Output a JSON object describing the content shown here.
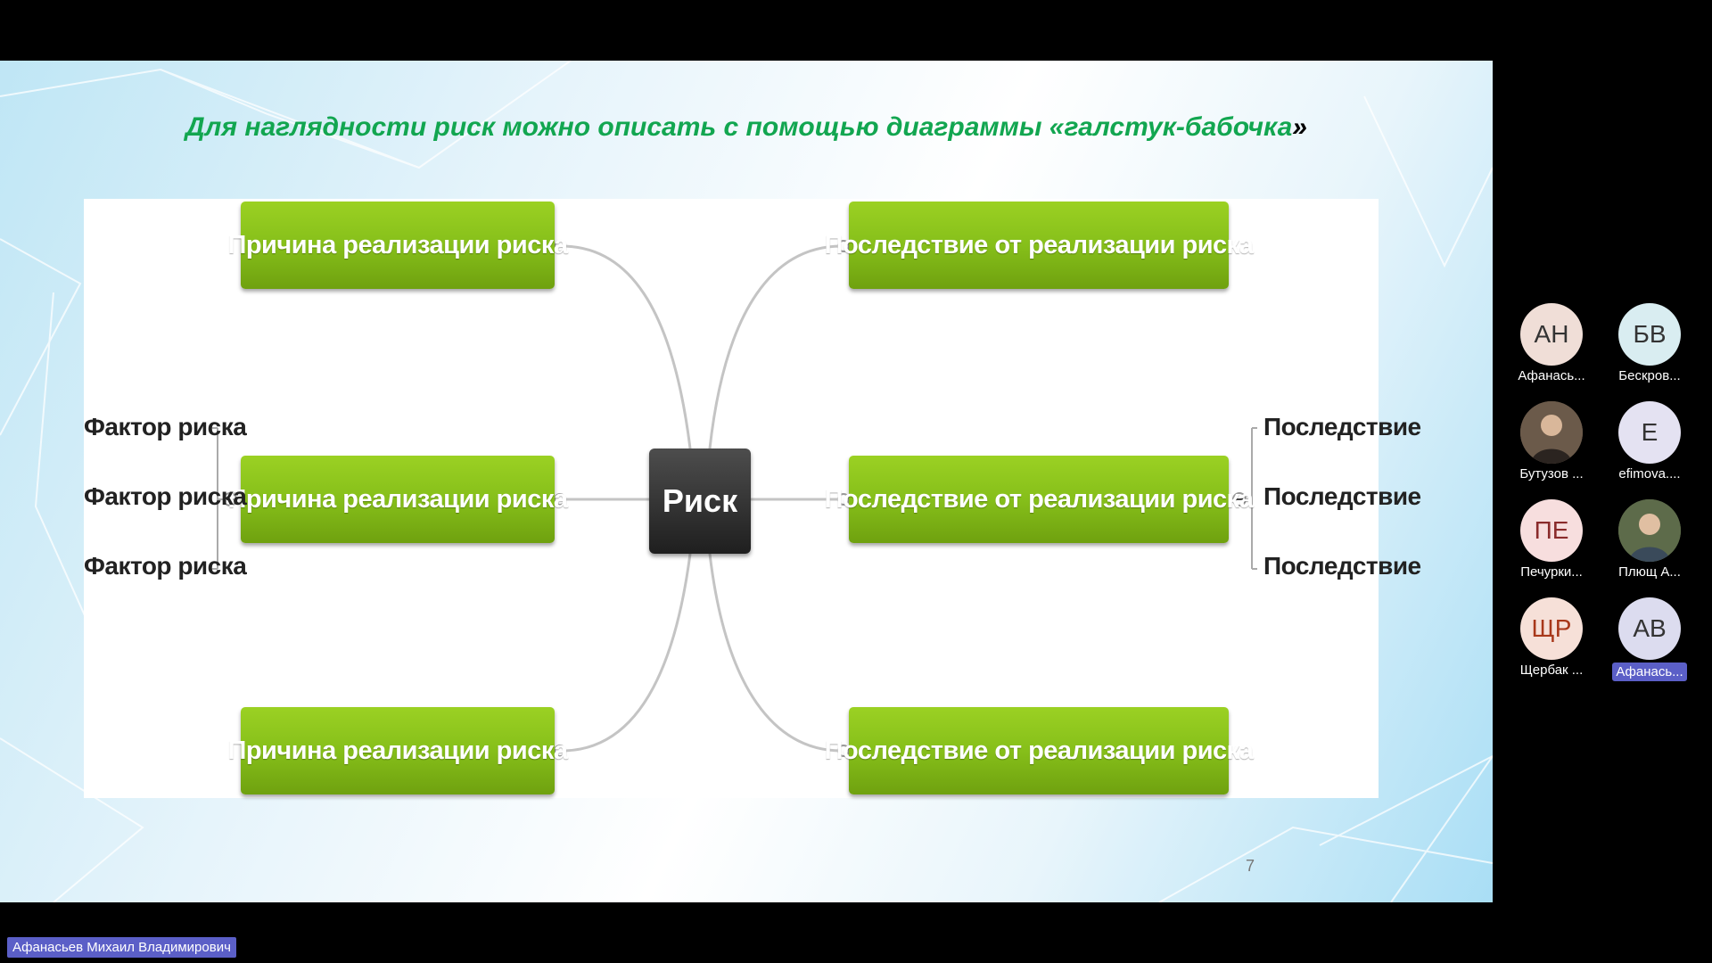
{
  "slide": {
    "title": "Для наглядности риск можно описать с помощью диаграммы «галстук-бабочка",
    "title_closing": "»",
    "number": "7",
    "diagram": {
      "center": "Риск",
      "causes": [
        "Причина реализации риска",
        "Причина реализации риска",
        "Причина реализации риска"
      ],
      "effects": [
        "Последствие от реализации риска",
        "Последствие от реализации риска",
        "Последствие от реализации риска"
      ],
      "factors": [
        "Фактор риска",
        "Фактор риска",
        "Фактор риска"
      ],
      "consequences": [
        "Последствие",
        "Последствие",
        "Последствие"
      ]
    }
  },
  "participants": [
    {
      "initials": "АН",
      "name": "Афанась...",
      "bg": "#f0ded7",
      "fg": "#333333"
    },
    {
      "initials": "БВ",
      "name": "Бескров...",
      "bg": "#d9edf1",
      "fg": "#333333"
    },
    {
      "initials": "",
      "name": "Бутузов ...",
      "bg": "#6b5a4a",
      "fg": "#ffffff"
    },
    {
      "initials": "Е",
      "name": "efimova....",
      "bg": "#e4e2f2",
      "fg": "#333333"
    },
    {
      "initials": "ПЕ",
      "name": "Печурки...",
      "bg": "#f7dede",
      "fg": "#8a2b2b"
    },
    {
      "initials": "",
      "name": "Плющ А...",
      "bg": "#5d6b4a",
      "fg": "#ffffff"
    },
    {
      "initials": "ЩР",
      "name": "Щербак ...",
      "bg": "#f6e0d8",
      "fg": "#a8381a"
    },
    {
      "initials": "АВ",
      "name": "Афанась...",
      "bg": "#dcdcef",
      "fg": "#333333"
    }
  ],
  "speaker": "Афанасьев Михаил Владимирович",
  "colors": {
    "accent": "#5b5fc7",
    "title_green": "#12a650",
    "node_green": "#86bf1a"
  }
}
